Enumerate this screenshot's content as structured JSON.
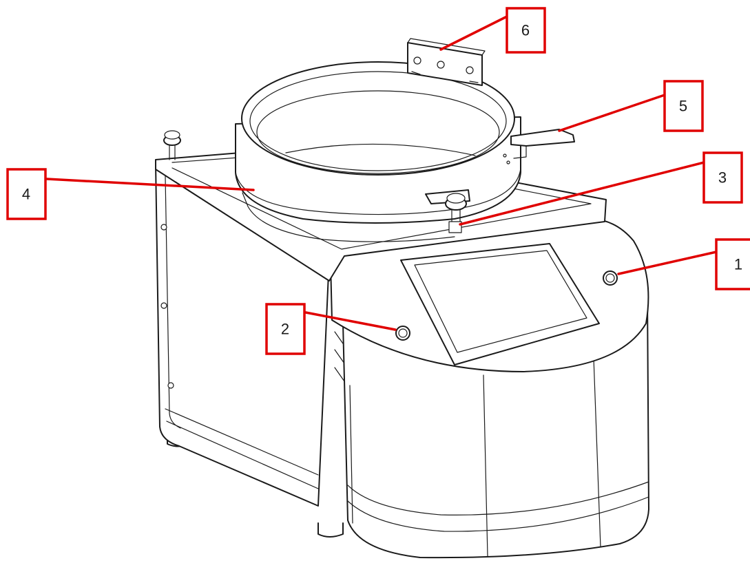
{
  "callouts": [
    {
      "id": "1",
      "label": "1"
    },
    {
      "id": "2",
      "label": "2"
    },
    {
      "id": "3",
      "label": "3"
    },
    {
      "id": "4",
      "label": "4"
    },
    {
      "id": "5",
      "label": "5"
    },
    {
      "id": "6",
      "label": "6"
    }
  ],
  "colors": {
    "callout": "#e00000",
    "linework": "#1a1a1a",
    "background": "#ffffff"
  }
}
